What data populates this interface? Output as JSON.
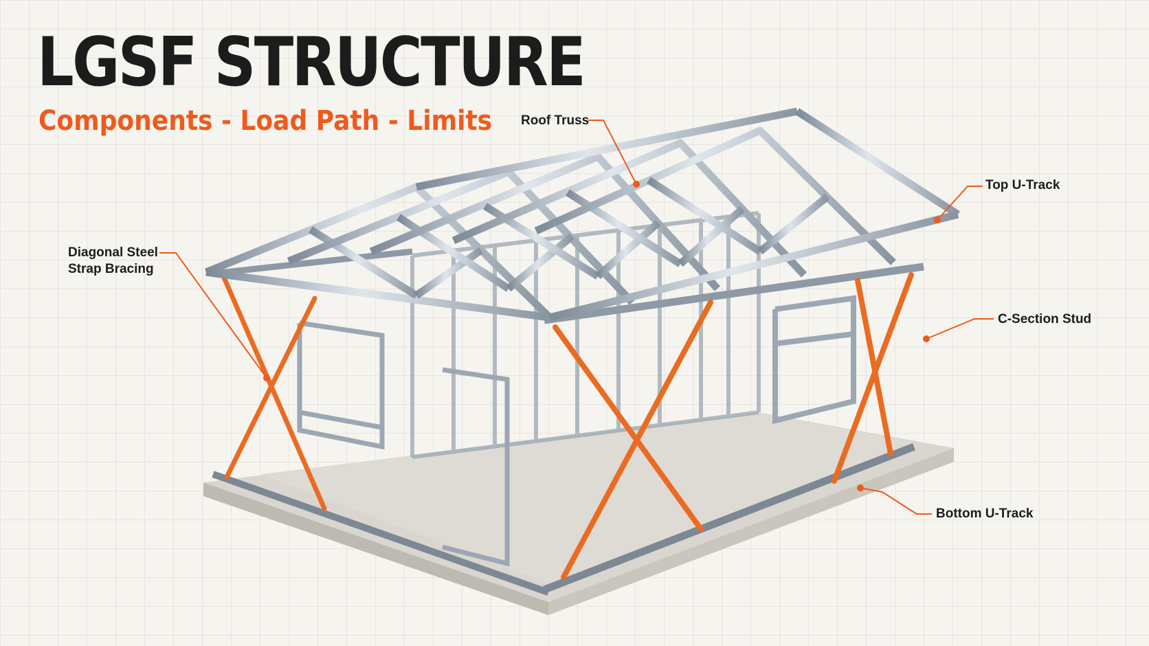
{
  "header": {
    "title": "LGSF STRUCTURE",
    "subtitle": "Components - Load Path - Limits"
  },
  "callouts": {
    "roof_truss": "Roof Truss",
    "top_u_track": "Top U-Track",
    "diagonal_bracing_line1": "Diagonal Steel",
    "diagonal_bracing_line2": "Strap Bracing",
    "c_section_stud": "C-Section Stud",
    "bottom_u_track": "Bottom U-Track"
  },
  "colors": {
    "title": "#1c1c1c",
    "accent_orange": "#ef5a1c",
    "steel_member": "#aab6c2",
    "steel_shadow": "#6f7d8a",
    "strap_bracing": "#ea6b22",
    "concrete_slab": "#cfccc5",
    "grid_background": "#f6f4ef"
  }
}
